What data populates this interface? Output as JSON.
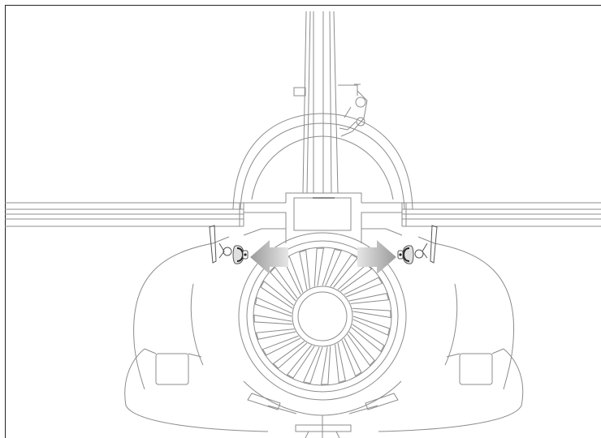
{
  "figure": {
    "subject": "jet-aircraft-rear-view",
    "line_color": "#8c8c8c",
    "detail_color": "#555555",
    "arrow_color": "#b5b5b5",
    "frame_color": "#222222",
    "arrows": [
      "outward-left",
      "outward-right"
    ]
  }
}
